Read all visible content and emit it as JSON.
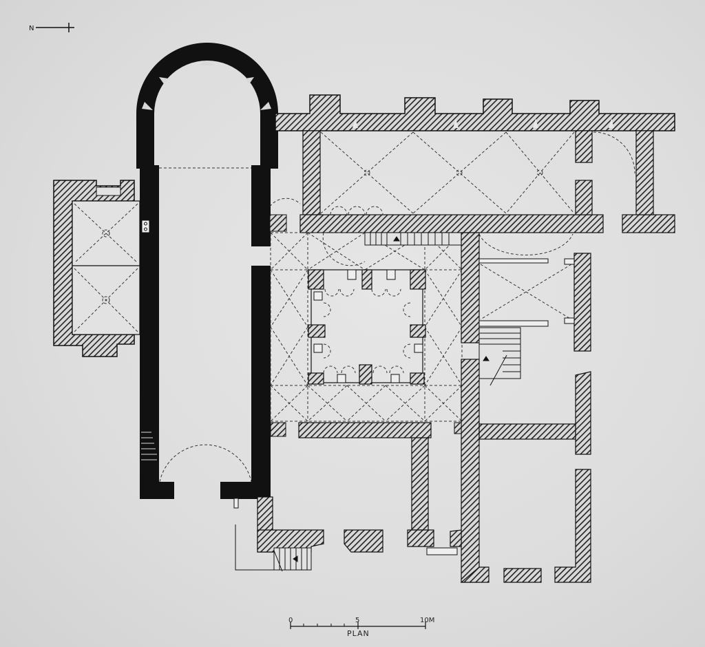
{
  "drawing": {
    "north_label": "N",
    "scale_ticks": [
      "0",
      "5",
      "10M"
    ],
    "plan_title": "PLAN"
  },
  "colors": {
    "paper": "#dddddd",
    "solid_wall": "#111111",
    "hatch_wall": "#2a2a2a",
    "dashed_vault": "#333333"
  }
}
